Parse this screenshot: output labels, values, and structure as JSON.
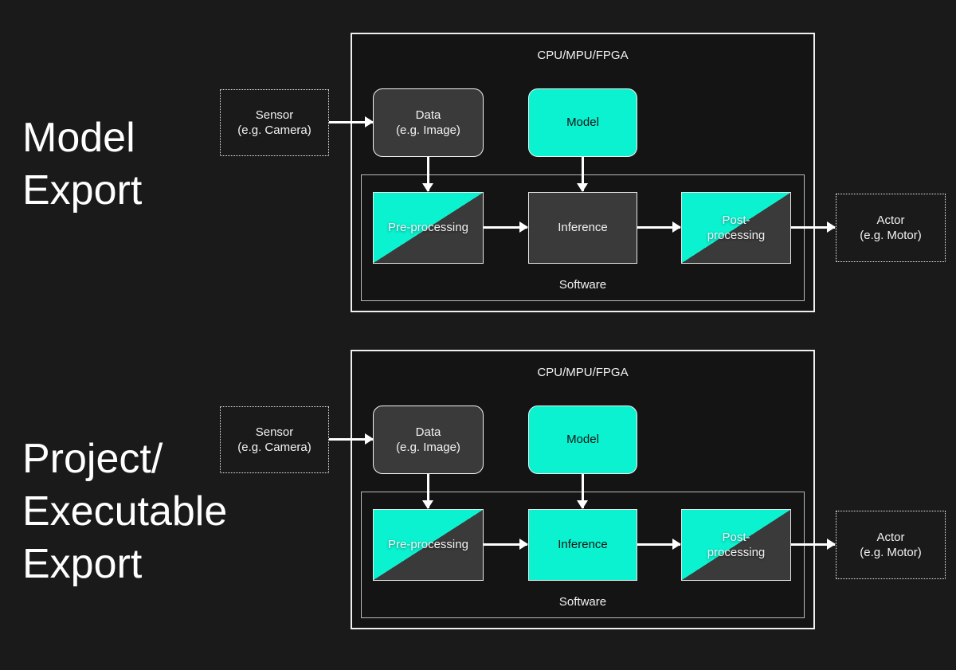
{
  "colors": {
    "page_background": "#1a1a1a",
    "cpu_box_fill": "#141414",
    "dark_box_fill": "#3a3a3a",
    "accent_teal": "#0af2d0",
    "border_white": "#f0f0f0",
    "text_light": "#f2f2f2",
    "text_dark": "#141414"
  },
  "sections": [
    {
      "variant": "model-export",
      "title_lines": [
        "Model",
        "Export"
      ],
      "inference_highlighted": false
    },
    {
      "variant": "project-executable-export",
      "title_lines": [
        "Project/",
        "Executable",
        "Export"
      ],
      "inference_highlighted": true
    }
  ],
  "diagram_labels": {
    "cpu": "CPU/MPU/FPGA",
    "software": "Software",
    "sensor": [
      "Sensor",
      "(e.g. Camera)"
    ],
    "data": [
      "Data",
      "(e.g. Image)"
    ],
    "model": "Model",
    "preprocessing": "Pre-processing",
    "inference": "Inference",
    "postprocessing": [
      "Post-",
      "processing"
    ],
    "actor": [
      "Actor",
      "(e.g. Motor)"
    ]
  }
}
